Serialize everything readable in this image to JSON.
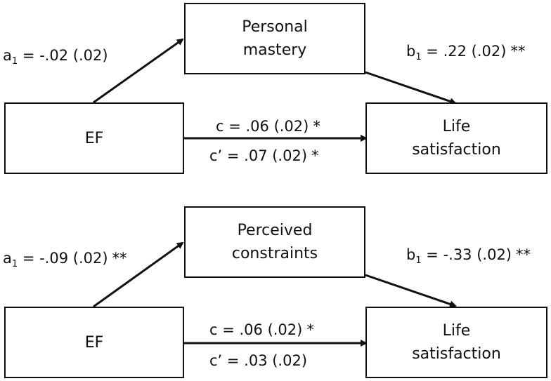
{
  "panels": [
    {
      "predictor": "EF",
      "mediator": "Personal\nmastery",
      "outcome": "Life\nsatisfaction",
      "a_path": {
        "symbol": "a",
        "subscript": "1",
        "text": " = -.02 (.02)",
        "stars": ""
      },
      "b_path": {
        "symbol": "b",
        "subscript": "1",
        "text": " = .22 (.02)",
        "stars": "**"
      },
      "c_path": {
        "text": "c = .06 (.02)",
        "stars": "*"
      },
      "c_prime_path": {
        "text": "c’ = .07 (.02)",
        "stars": "*"
      }
    },
    {
      "predictor": "EF",
      "mediator": "Perceived\nconstraints",
      "outcome": "Life\nsatisfaction",
      "a_path": {
        "symbol": "a",
        "subscript": "1",
        "text": " = -.09 (.02)",
        "stars": "**"
      },
      "b_path": {
        "symbol": "b",
        "subscript": "1",
        "text": " = -.33 (.02)",
        "stars": "**"
      },
      "c_path": {
        "text": "c = .06 (.02)",
        "stars": "*"
      },
      "c_prime_path": {
        "text": "c’ = .03 (.02)",
        "stars": ""
      }
    }
  ]
}
